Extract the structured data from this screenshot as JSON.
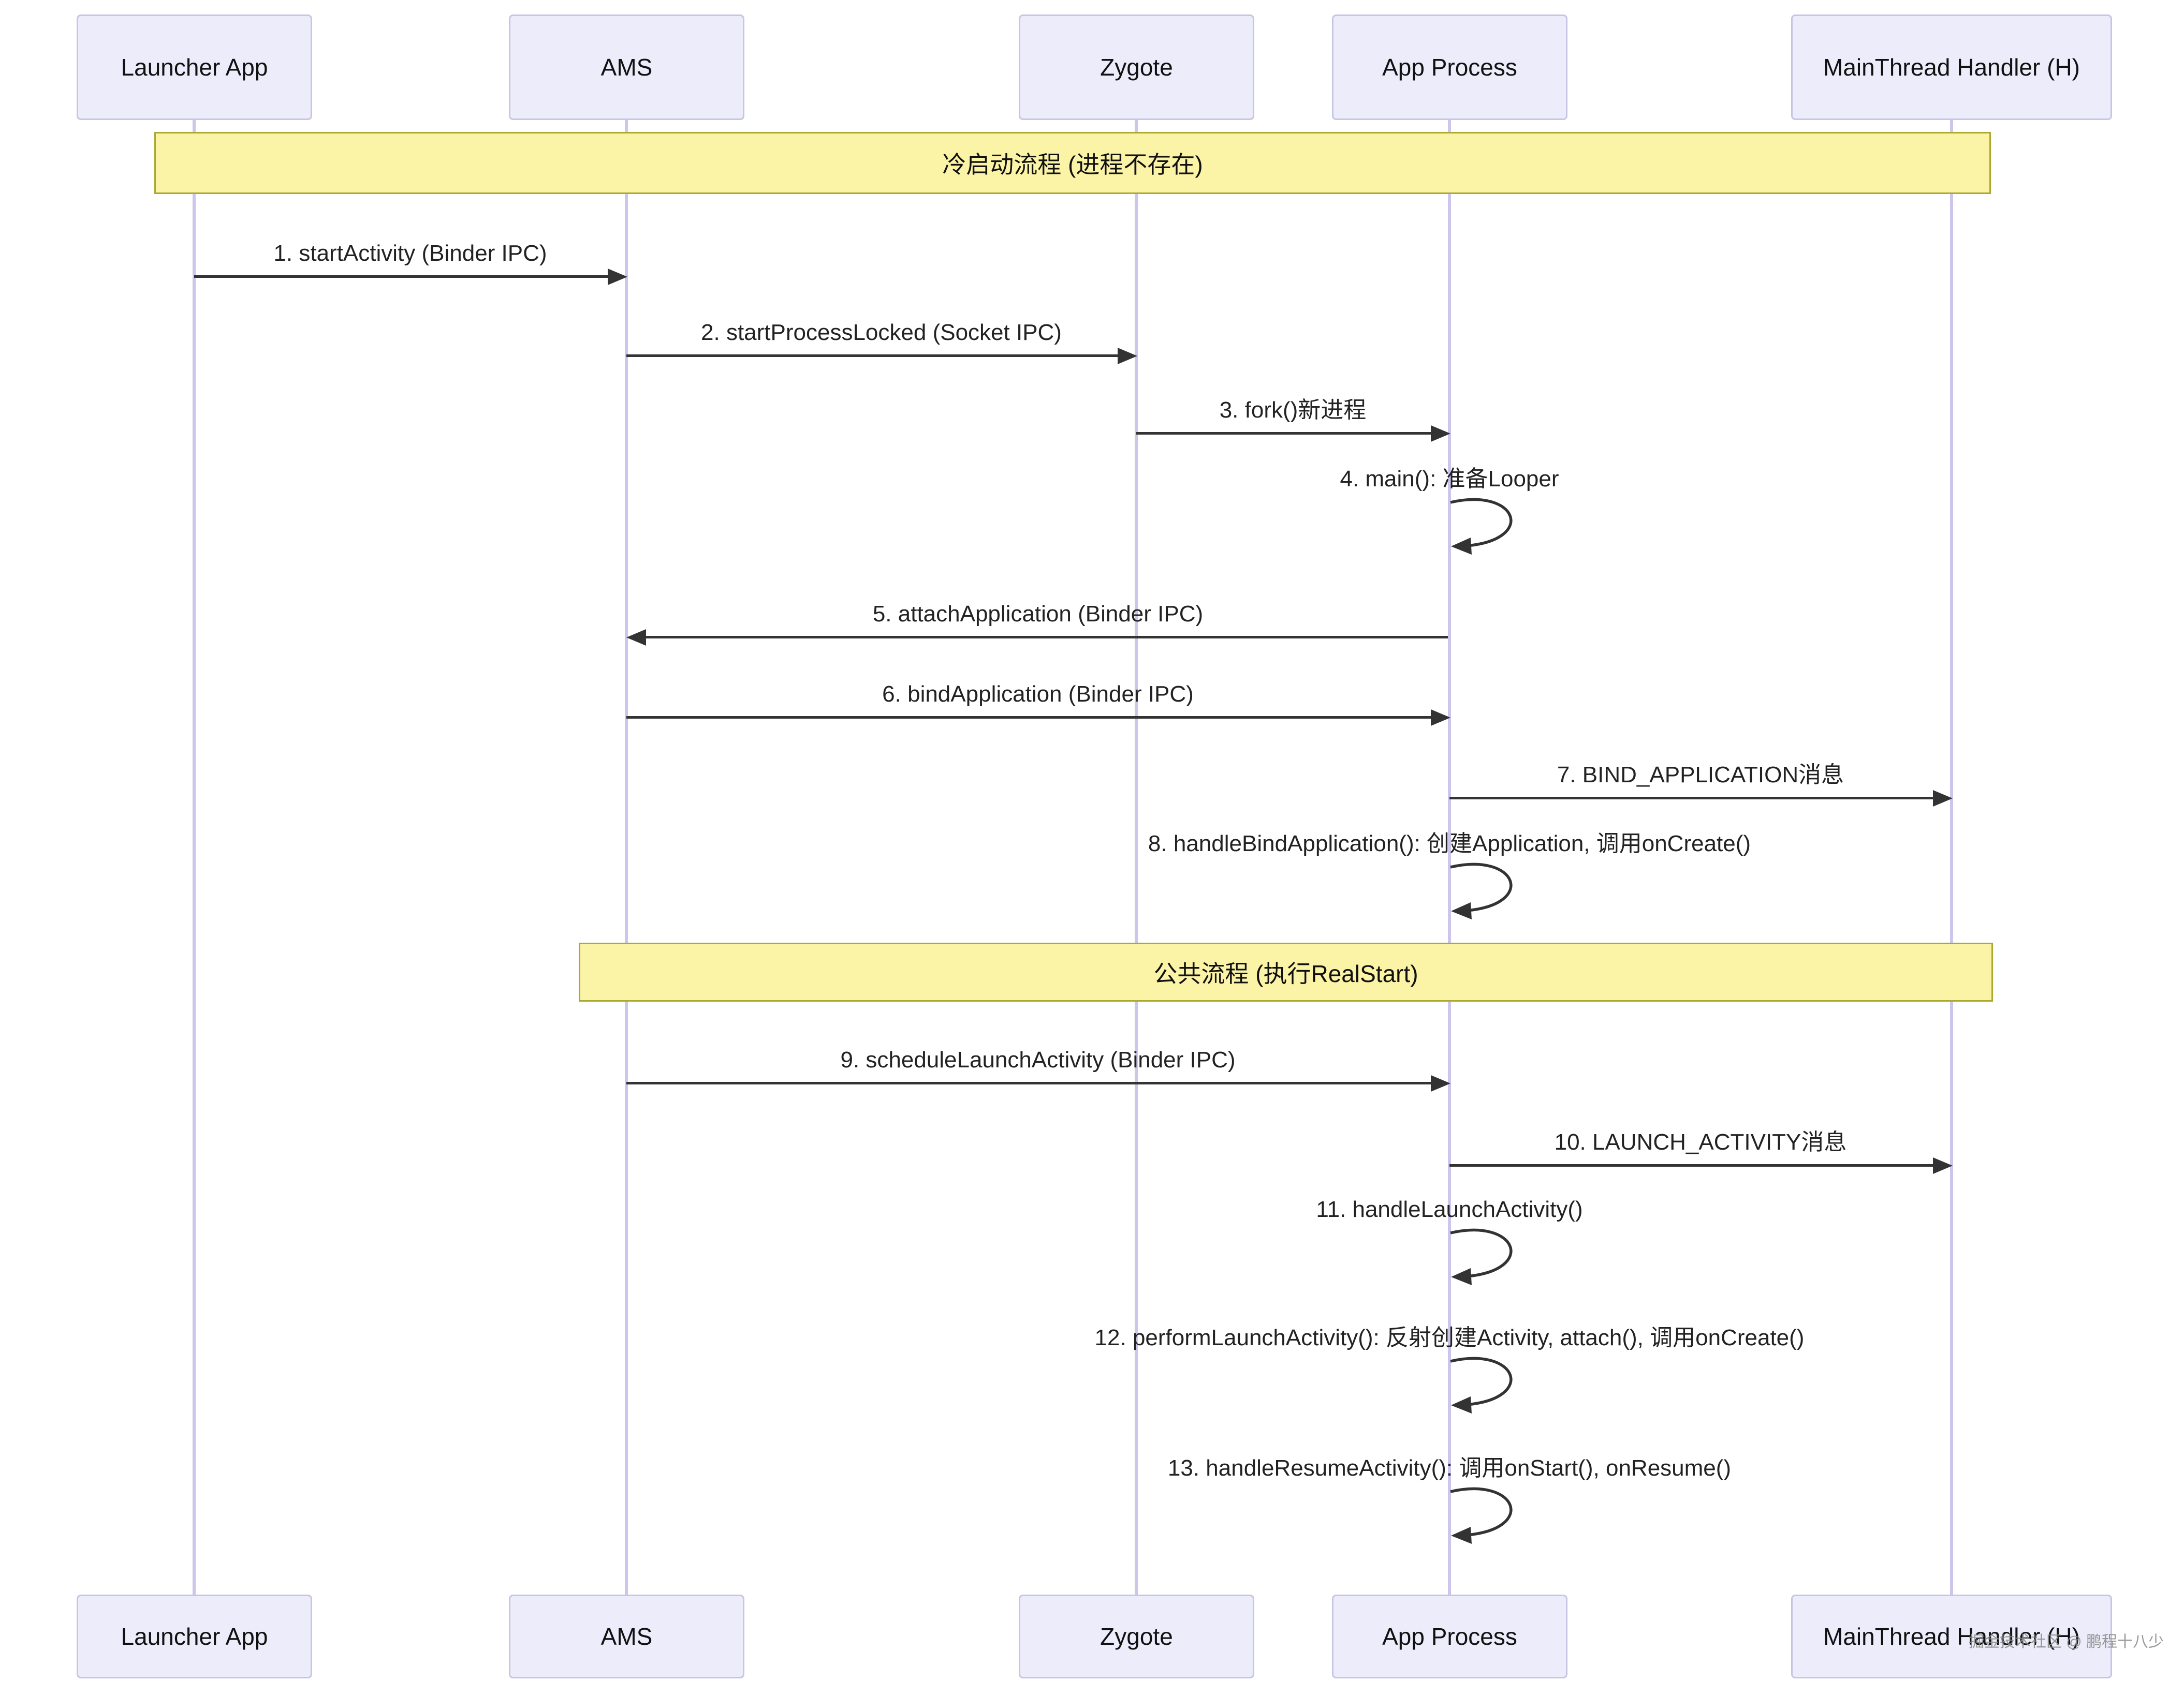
{
  "participants": [
    {
      "label": "Launcher App"
    },
    {
      "label": "AMS"
    },
    {
      "label": "Zygote"
    },
    {
      "label": "App Process"
    },
    {
      "label": "MainThread Handler (H)"
    }
  ],
  "sections": [
    {
      "label": "冷启动流程 (进程不存在)"
    },
    {
      "label": "公共流程 (执行RealStart)"
    }
  ],
  "messages": [
    {
      "label": "1. startActivity (Binder IPC)",
      "from": "Launcher App",
      "to": "AMS",
      "kind": "solid-arrow"
    },
    {
      "label": "2. startProcessLocked (Socket IPC)",
      "from": "AMS",
      "to": "Zygote",
      "kind": "solid-arrow"
    },
    {
      "label": "3. fork()新进程",
      "from": "Zygote",
      "to": "App Process",
      "kind": "solid-arrow"
    },
    {
      "label": "4. main(): 准备Looper",
      "from": "App Process",
      "to": "App Process",
      "kind": "self-loop"
    },
    {
      "label": "5. attachApplication (Binder IPC)",
      "from": "App Process",
      "to": "AMS",
      "kind": "solid-arrow"
    },
    {
      "label": "6. bindApplication (Binder IPC)",
      "from": "AMS",
      "to": "App Process",
      "kind": "solid-arrow"
    },
    {
      "label": "7. BIND_APPLICATION消息",
      "from": "App Process",
      "to": "MainThread Handler (H)",
      "kind": "solid-arrow"
    },
    {
      "label": "8. handleBindApplication(): 创建Application, 调用onCreate()",
      "from": "App Process",
      "to": "App Process",
      "kind": "self-loop"
    },
    {
      "label": "9. scheduleLaunchActivity (Binder IPC)",
      "from": "AMS",
      "to": "App Process",
      "kind": "solid-arrow"
    },
    {
      "label": "10. LAUNCH_ACTIVITY消息",
      "from": "App Process",
      "to": "MainThread Handler (H)",
      "kind": "solid-arrow"
    },
    {
      "label": "11. handleLaunchActivity()",
      "from": "App Process",
      "to": "App Process",
      "kind": "self-loop"
    },
    {
      "label": "12. performLaunchActivity(): 反射创建Activity, attach(), 调用onCreate()",
      "from": "App Process",
      "to": "App Process",
      "kind": "self-loop"
    },
    {
      "label": "13. handleResumeActivity(): 调用onStart(), onResume()",
      "from": "App Process",
      "to": "App Process",
      "kind": "self-loop"
    }
  ],
  "watermark": "掘金技术社区 @ 鹏程十八少",
  "colors": {
    "actor_fill": "#ECECFB",
    "actor_border": "#C6C6E4",
    "lifeline": "#CDC5EC",
    "note_fill": "#FBF3A6",
    "note_border": "#AAAA33",
    "arrow": "#333333",
    "text": "#222222",
    "watermark": "#9A9A9A"
  }
}
